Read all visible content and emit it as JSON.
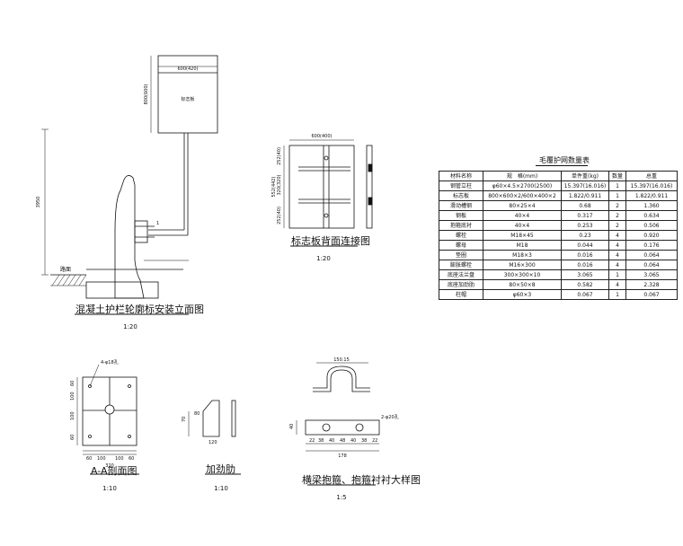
{
  "drawings": {
    "elevation": {
      "title": "混凝土护栏轮廓标安装立面图",
      "scale": "1:20",
      "board_width": "600(420)",
      "board_height": "800(600)",
      "board_label": "标志板",
      "total_height": "3950",
      "ground": "路面",
      "marker": "1"
    },
    "board_back": {
      "title": "标志板背面连接图",
      "scale": "1:20",
      "width": "600(400)",
      "dims": [
        "252(40)",
        "320(320)",
        "552(442)",
        "252(40)"
      ]
    },
    "section_aa": {
      "title": "A-A剖面图",
      "scale": "1:10",
      "hole_label": "4-φ18孔",
      "dims": [
        "60",
        "100",
        "100",
        "60",
        "320"
      ],
      "side_dims": [
        "60",
        "100",
        "100",
        "60"
      ]
    },
    "rib": {
      "title": "加劲肋",
      "scale": "1:10",
      "dims": [
        "70",
        "80",
        "120"
      ]
    },
    "clamp": {
      "title": "横梁抱箍、抱箍衬衬大样图",
      "scale": "1:5",
      "top_dim": "150.15",
      "hole_label": "2-φ20孔",
      "bottom_dims": [
        "22",
        "38",
        "40",
        "48",
        "40",
        "38",
        "22"
      ],
      "total": "178",
      "side": "40"
    }
  },
  "table": {
    "title": "毛覆护网数量表",
    "headers": [
      "材料名称",
      "规　格(mm)",
      "单件重(kg)",
      "数量",
      "总重"
    ],
    "rows": [
      [
        "钢管立柱",
        "φ60×4.5×2700(2500)",
        "15.397(16.016)",
        "1",
        "15.397(16.016)"
      ],
      [
        "标志板",
        "800×600×2/600×400×2",
        "1.822/0.911",
        "1",
        "1.822/0.911"
      ],
      [
        "滑动槽钢",
        "80×25×4",
        "0.68",
        "2",
        "1.360"
      ],
      [
        "钢板",
        "40×4",
        "0.317",
        "2",
        "0.634"
      ],
      [
        "抱箍底衬",
        "40×4",
        "0.253",
        "2",
        "0.506"
      ],
      [
        "螺栓",
        "M18×45",
        "0.23",
        "4",
        "0.920"
      ],
      [
        "螺母",
        "M18",
        "0.044",
        "4",
        "0.176"
      ],
      [
        "垫圈",
        "M18×3",
        "0.016",
        "4",
        "0.064"
      ],
      [
        "膨胀螺栓",
        "M16×300",
        "0.016",
        "4",
        "0.064"
      ],
      [
        "底座法兰盘",
        "300×300×10",
        "3.065",
        "1",
        "3.065"
      ],
      [
        "底座加劲肋",
        "80×50×8",
        "0.582",
        "4",
        "2.328"
      ],
      [
        "柱帽",
        "φ60×3",
        "0.067",
        "1",
        "0.067"
      ]
    ]
  }
}
